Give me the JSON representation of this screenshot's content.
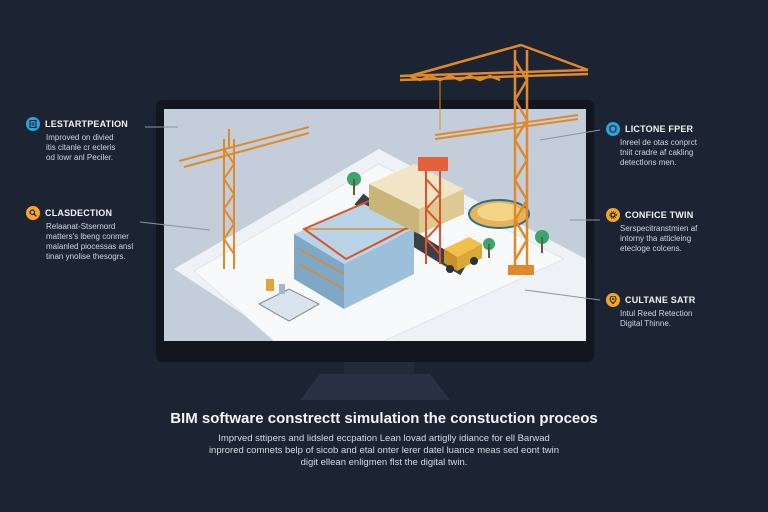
{
  "callouts": {
    "left": [
      {
        "icon": "document-icon",
        "title": "LESTARTPEATION",
        "lines": [
          "Improved on divied",
          "itis citanle cr ecleris",
          "od lowr anl Peciler."
        ],
        "color": "#2aa3d8"
      },
      {
        "icon": "search-icon",
        "title": "CLASDECTION",
        "lines": [
          "Relaanat-Stsernord",
          "matters's lbeng conmer",
          "malanled piocessas ansl",
          "tinan ynolise thesogrs."
        ],
        "color": "#f5a623"
      }
    ],
    "right": [
      {
        "icon": "shield-icon",
        "title": "LICTONE FPER",
        "lines": [
          "Inreel de otas conprct",
          "tniit cradre af cakling",
          "detectlons men."
        ],
        "color": "#2aa3d8"
      },
      {
        "icon": "gear-icon",
        "title": "CONFICE TWIN",
        "lines": [
          "Serspecitranstmien af",
          "intorny tha atticleing",
          "etecloge colcens."
        ],
        "color": "#f5a623"
      },
      {
        "icon": "location-icon",
        "title": "CULTANE SATR",
        "lines": [
          "Intul Reed Retection",
          "Digital Thinne."
        ],
        "color": "#f5a623"
      }
    ]
  },
  "caption": {
    "title": "BIM software constrectt simulation the constuction proceos",
    "lines": [
      "Imprved sttipers and lidsled eccpation Lean lovad artiglly idiance for ell Barwad",
      "inprored comnets belp of sicob and etal onter lerer datel luance meas sed eont twin",
      "digit ellean enligmen flst the digital twin."
    ]
  },
  "colors": {
    "background": "#1c2433",
    "accent_orange": "#f5a623",
    "accent_blue": "#2aa3d8",
    "crane": "#e0892a"
  }
}
